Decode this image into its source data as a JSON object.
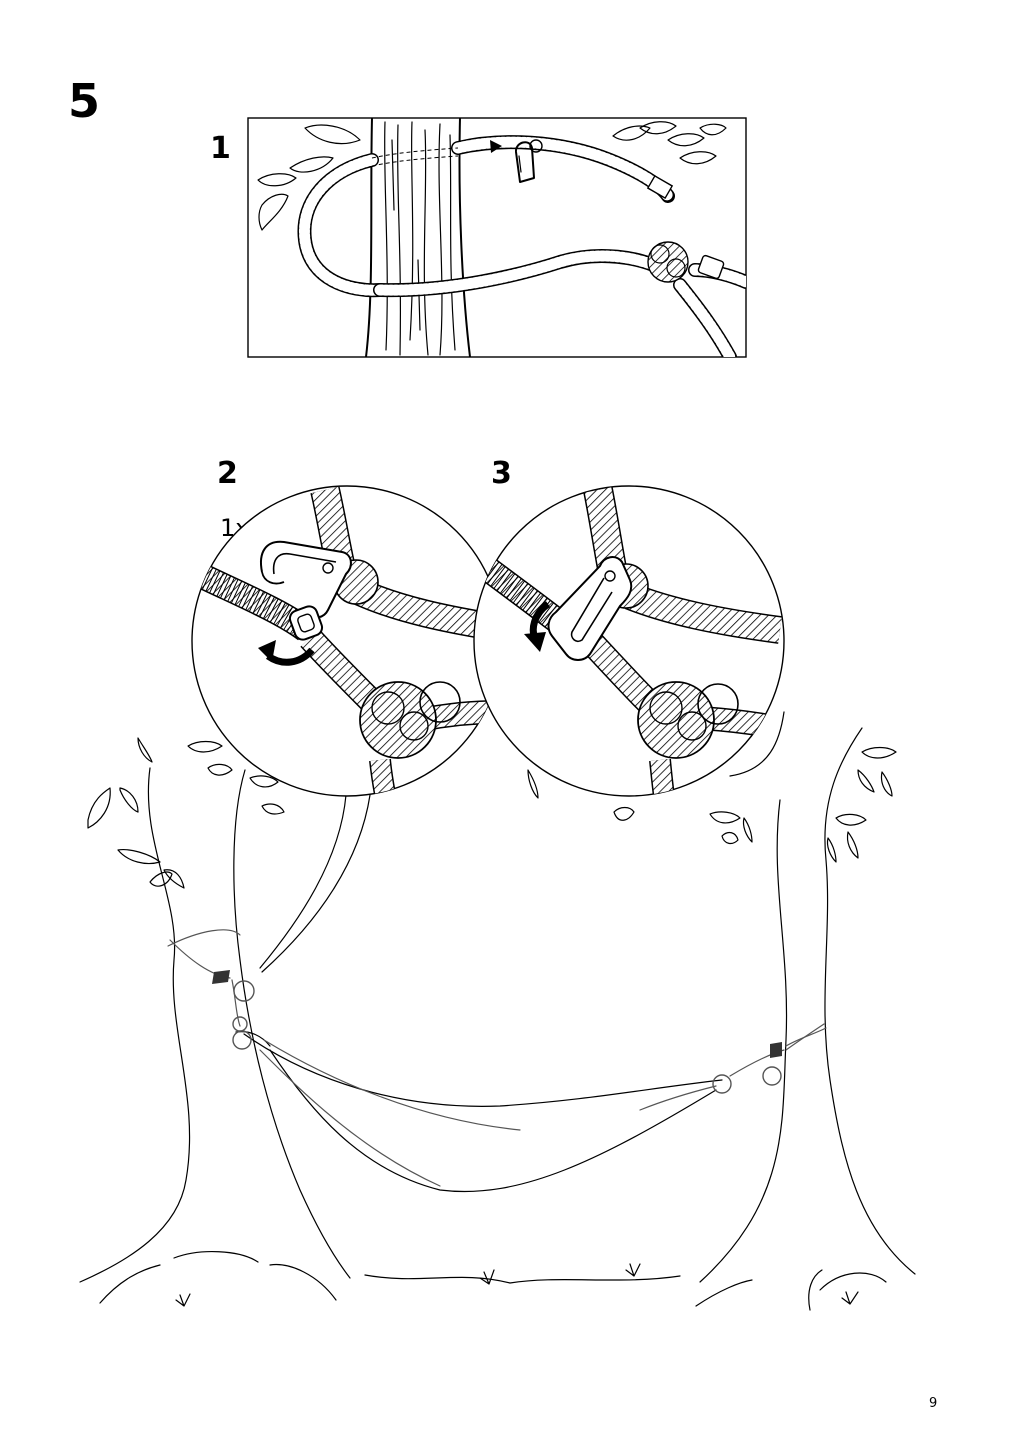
{
  "step": {
    "number": "5"
  },
  "substeps": [
    {
      "label": "1"
    },
    {
      "label": "2",
      "quantity": "1x"
    },
    {
      "label": "3"
    }
  ],
  "page": {
    "number": "9"
  },
  "icons": [
    "tree-trunk-icon",
    "rope-icon",
    "hook-clip-icon",
    "leaf-icon",
    "rotate-arrow-icon",
    "hammock-icon",
    "grass-icon",
    "knot-icon"
  ]
}
